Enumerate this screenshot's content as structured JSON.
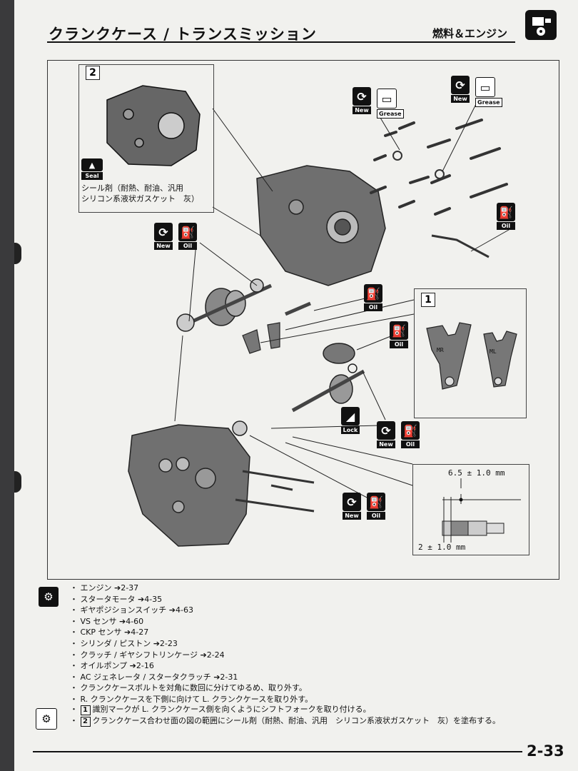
{
  "header": {
    "title": "クランクケース / トランスミッション",
    "section": "燃料＆エンジン",
    "category_icon": "engine-wrench-icon"
  },
  "diagram": {
    "inset2": {
      "number": "2",
      "seal_icon_label": "Seal",
      "seal_text_line1": "シール剤（耐熱、耐油、汎用",
      "seal_text_line2": "シリコン系液状ガスケット　灰）"
    },
    "inset1": {
      "number": "1",
      "fork_left": "MR",
      "fork_right": "ML"
    },
    "dimensions": {
      "upper": "6.5 ± 1.0 mm",
      "lower": "2 ± 1.0 mm"
    },
    "icon_labels": {
      "new": "New",
      "grease": "Grease",
      "oil": "Oil",
      "lock": "Lock"
    }
  },
  "prerequisites": [
    "・ エンジン ➔2-37",
    "・ スタータモータ ➔4-35",
    "・ ギヤポジションスイッチ ➔4-63",
    "・ VS センサ ➔4-60",
    "・ CKP センサ ➔4-27",
    "・ シリンダ / ピストン ➔2-23",
    "・ クラッチ / ギヤシフトリンケージ ➔2-24",
    "・ オイルポンプ ➔2-16",
    "・ AC ジェネレータ / スタータクラッチ ➔2-31",
    "・ クランクケースボルトを対角に数回に分けてゆるめ、取り外す。",
    "・ R. クランクケースを下側に向けて L. クランクケースを取り外す。"
  ],
  "install_notes": [
    {
      "num": "1",
      "text": "識別マークが L. クランクケース側を向くようにシフトフォークを取り付ける。"
    },
    {
      "num": "2",
      "text": "クランクケース合わせ面の図の範囲にシール剤（耐熱、耐油、汎用　シリコン系液状ガスケット　灰）を塗布する。"
    }
  ],
  "page_number": "2-33"
}
